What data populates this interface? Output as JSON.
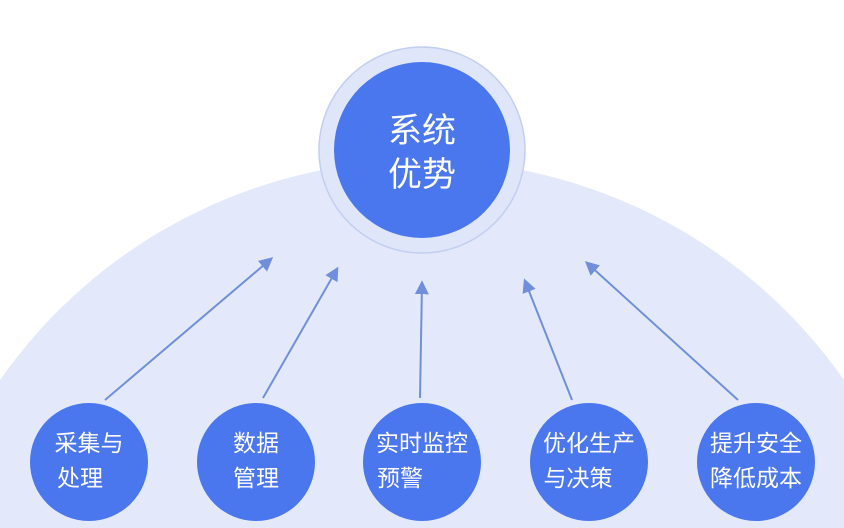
{
  "center": {
    "line1": "系统",
    "line2": "优势"
  },
  "nodes": [
    {
      "line1": "采集与",
      "line2": "处理"
    },
    {
      "line1": "数据",
      "line2": "管理"
    },
    {
      "line1": "实时监控",
      "line2": "预警"
    },
    {
      "line1": "优化生产",
      "line2": "与决策"
    },
    {
      "line1": "提升安全",
      "line2": "降低成本"
    }
  ],
  "colors": {
    "primary": "#4a76ee",
    "background_arc": "#e3e9fa",
    "ring": "#d6e0f8",
    "arrow": "#6f8fdc"
  }
}
